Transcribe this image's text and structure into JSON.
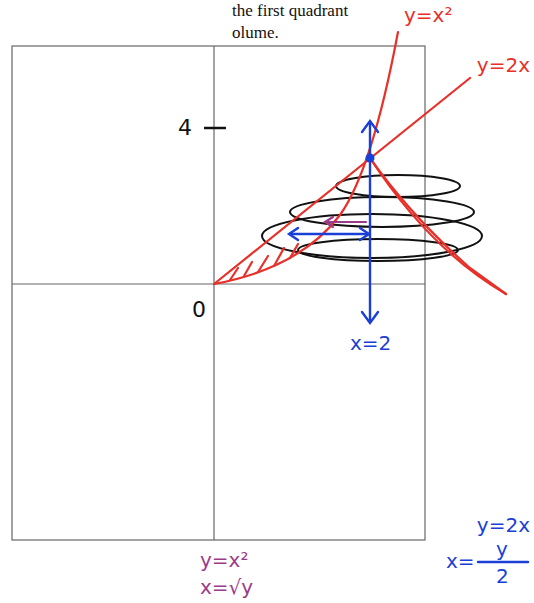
{
  "diagram": {
    "labels": [
      "the first quadrant",
      "olume.",
      "y=x²",
      "y=2x",
      "4",
      "0",
      "x=2",
      "y=2x",
      "x=",
      "y",
      "2",
      "y=x²",
      "x=√y"
    ]
  }
}
